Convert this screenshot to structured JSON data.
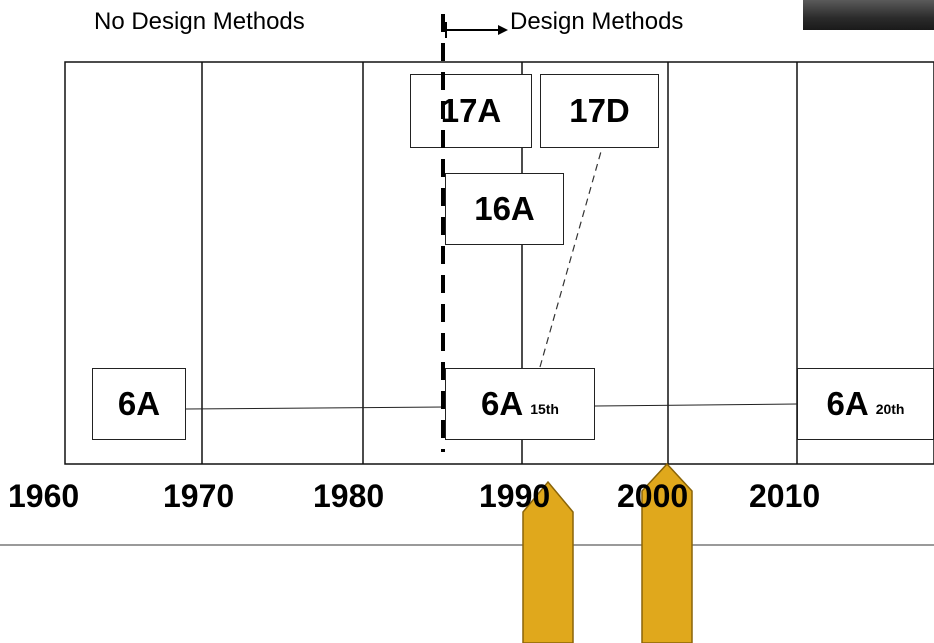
{
  "header": {
    "left_label": "No Design Methods",
    "right_label": "Design Methods"
  },
  "boxes": {
    "b17a": "17A",
    "b17d": "17D",
    "b16a": "16A",
    "b6a_left": "6A",
    "b6a_mid": "6A",
    "b6a_mid_sub": "15th",
    "b6a_right": "6A",
    "b6a_right_sub": "20th"
  },
  "years": [
    "1960",
    "1970",
    "1980",
    "1990",
    "2000",
    "2010"
  ],
  "colors": {
    "arrow_fill": "#E0A81C",
    "arrow_stroke": "#8A6408",
    "grid": "#111111",
    "baseline": "#9a9a9a"
  }
}
